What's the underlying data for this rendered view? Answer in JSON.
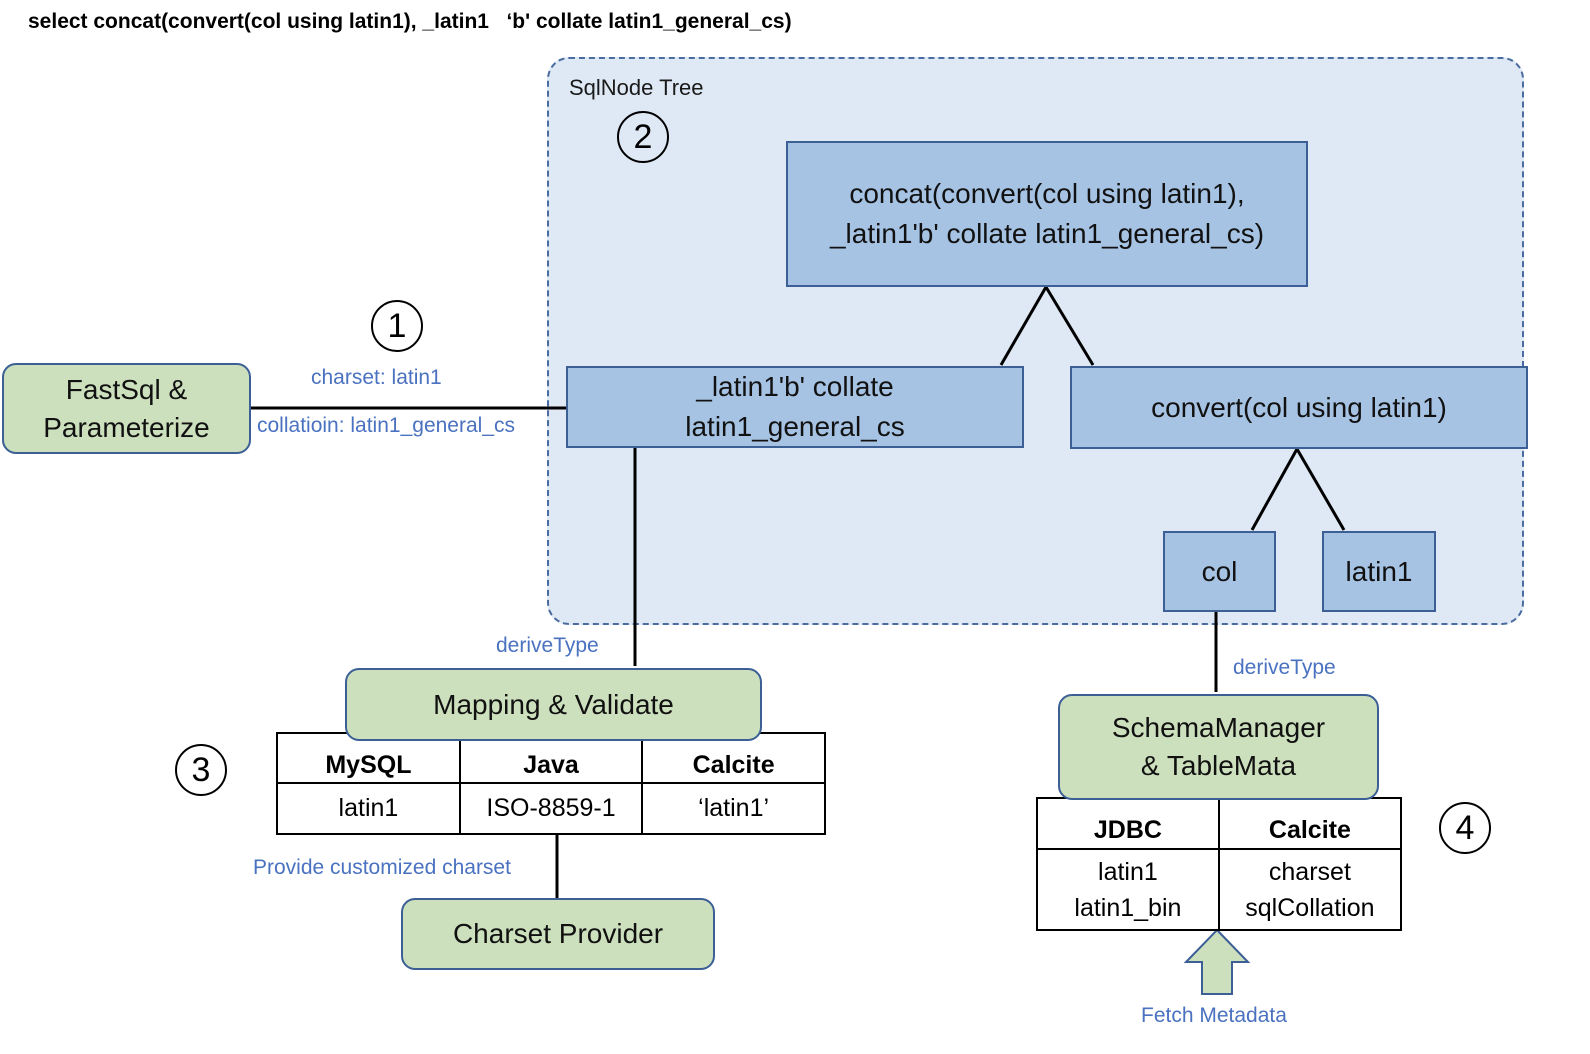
{
  "query": "select concat(convert(col using latin1), _latin1   ‘b' collate latin1_general_cs)",
  "tree": {
    "label": "SqlNode Tree",
    "root": {
      "line1": "concat(convert(col using latin1),",
      "line2": "_latin1'b' collate latin1_general_cs)"
    },
    "left_node": {
      "line1": "_latin1'b' collate",
      "line2": "latin1_general_cs"
    },
    "right_node": "convert(col using latin1)",
    "col_node": "col",
    "charset_node": "latin1"
  },
  "steps": {
    "s1": "1",
    "s2": "2",
    "s3": "3",
    "s4": "4"
  },
  "parser": {
    "line1": "FastSql &",
    "line2": "Parameterize",
    "charset_label": "charset: latin1",
    "collation_label": "collatioin: latin1_general_cs"
  },
  "mapping": {
    "title": "Mapping & Validate",
    "derive_label": "deriveType",
    "headers": [
      "MySQL",
      "Java",
      "Calcite"
    ],
    "row": [
      "latin1",
      "ISO-8859-1",
      "‘latin1’"
    ],
    "provider_label": "Provide customized charset",
    "provider": "Charset Provider"
  },
  "schema": {
    "line1": "SchemaManager",
    "line2": "& TableMata",
    "derive_label": "deriveType",
    "headers": [
      "JDBC",
      "Calcite"
    ],
    "row": [
      [
        "latin1",
        "latin1_bin"
      ],
      [
        "charset",
        "sqlCollation"
      ]
    ],
    "fetch_label": "Fetch Metadata"
  },
  "colors": {
    "tree_bg": "#dfe9f5",
    "node_fill": "#a6c3e4",
    "component_fill": "#cde0bd",
    "border_blue": "#3c5f96",
    "label_blue": "#4a72c0"
  }
}
